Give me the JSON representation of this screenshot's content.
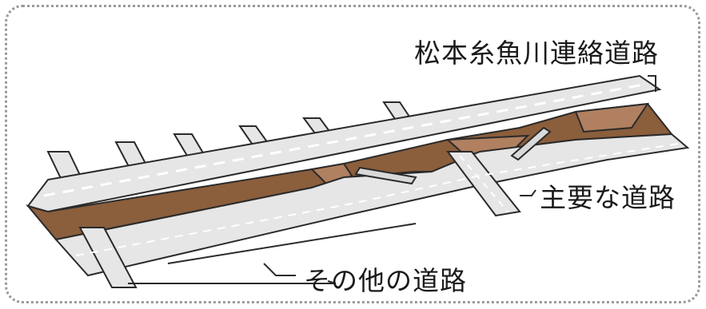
{
  "labels": {
    "expressway": "松本糸魚川連絡道路",
    "major_roads": "主要な道路",
    "other_roads": "その他の道路"
  },
  "colors": {
    "road_surface": "#e6e6e6",
    "road_edge": "#2a2a2a",
    "lane_marking": "#ffffff",
    "embankment": "#8b5e3c",
    "embankment_light": "#b08060",
    "frame": "#9a9a9a"
  }
}
